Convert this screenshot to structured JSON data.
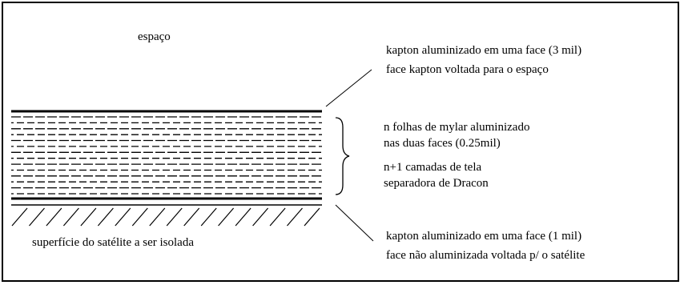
{
  "diagram": {
    "space_label": "espaço",
    "surface_label": "superfície do satélite a ser isolada",
    "top_layer": {
      "line1": "kapton aluminizado em uma face (3 mil)",
      "line2": "face kapton voltada para o espaço"
    },
    "middle_layers": {
      "mylar_line1": "n folhas de mylar aluminizado",
      "mylar_line2": "nas duas faces (0.25mil)",
      "dacron_line1": "n+1 camadas de tela",
      "dacron_line2": "separadora de Dracon"
    },
    "bottom_layer": {
      "line1": "kapton aluminizado em uma face (1 mil)",
      "line2": "face não aluminizada voltada p/ o satélite"
    },
    "counts": {
      "dashed_rows": 14,
      "hatch_marks": 18
    },
    "colors": {
      "ink": "#000000",
      "background": "#ffffff"
    }
  }
}
